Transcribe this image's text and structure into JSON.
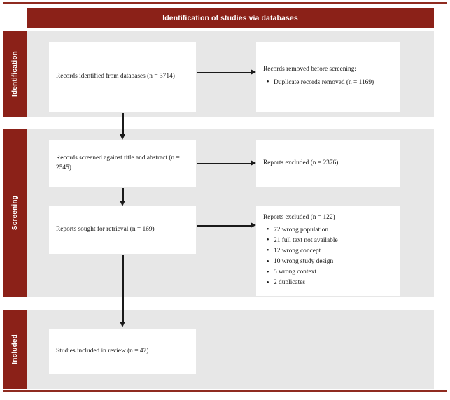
{
  "header": {
    "title": "Identification of studies via databases"
  },
  "stages": [
    {
      "label": "Identification"
    },
    {
      "label": "Screening"
    },
    {
      "label": "Included"
    }
  ],
  "boxes": {
    "identified": {
      "text": "Records identified from databases (n = 3714)"
    },
    "removed": {
      "title": "Records removed before screening:",
      "items": [
        "Duplicate records removed (n = 1169)"
      ]
    },
    "screened": {
      "text": "Records screened against title and abstract (n = 2545)"
    },
    "excluded_screening": {
      "text": "Reports excluded (n = 2376)"
    },
    "retrieval": {
      "text": "Reports sought for retrieval (n = 169)"
    },
    "excluded_eligibility": {
      "title": "Reports excluded (n = 122)",
      "items": [
        "72 wrong population",
        "21 full text not available",
        "12 wrong concept",
        "10 wrong study design",
        "5 wrong context",
        "2 duplicates"
      ]
    },
    "included": {
      "text": "Studies included in review (n = 47)"
    }
  },
  "colors": {
    "brand_red": "#8b2118",
    "band_grey": "#e7e7e7",
    "box_white": "#ffffff",
    "arrow_black": "#1a1a1a"
  }
}
